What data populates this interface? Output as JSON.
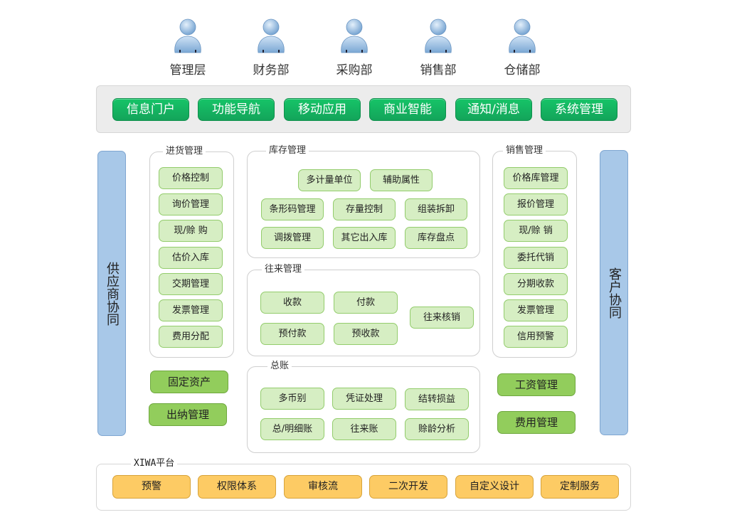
{
  "roles": [
    {
      "label": "管理层",
      "icon": "user-icon"
    },
    {
      "label": "财务部",
      "icon": "user-icon"
    },
    {
      "label": "采购部",
      "icon": "user-icon"
    },
    {
      "label": "销售部",
      "icon": "user-icon"
    },
    {
      "label": "仓储部",
      "icon": "user-icon"
    }
  ],
  "top_nav": [
    "信息门户",
    "功能导航",
    "移动应用",
    "商业智能",
    "通知/消息",
    "系统管理"
  ],
  "left_side": "供应商协同",
  "right_side": "客户协同",
  "purchase": {
    "title": "进货管理",
    "items": [
      "价格控制",
      "询价管理",
      "现/赊 购",
      "估价入库",
      "交期管理",
      "发票管理",
      "费用分配"
    ]
  },
  "inventory": {
    "title": "库存管理",
    "items": [
      "多计量单位",
      "辅助属性",
      "条形码管理",
      "存量控制",
      "组装拆卸",
      "调拨管理",
      "其它出入库",
      "库存盘点"
    ]
  },
  "transactions": {
    "title": "往来管理",
    "items": [
      "收款",
      "付款",
      "往来核销",
      "预付款",
      "预收款"
    ]
  },
  "ledger": {
    "title": "总账",
    "items": [
      "多币别",
      "凭证处理",
      "结转损益",
      "总/明细账",
      "往来账",
      "赊龄分析"
    ]
  },
  "sales": {
    "title": "销售管理",
    "items": [
      "价格库管理",
      "报价管理",
      "现/赊 销",
      "委托代销",
      "分期收款",
      "发票管理",
      "信用预警"
    ]
  },
  "left_extra": [
    "固定资产",
    "出纳管理"
  ],
  "right_extra": [
    "工资管理",
    "费用管理"
  ],
  "platform": {
    "title": "XIWA平台",
    "items": [
      "预警",
      "权限体系",
      "审核流",
      "二次开发",
      "自定义设计",
      "定制服务"
    ]
  }
}
